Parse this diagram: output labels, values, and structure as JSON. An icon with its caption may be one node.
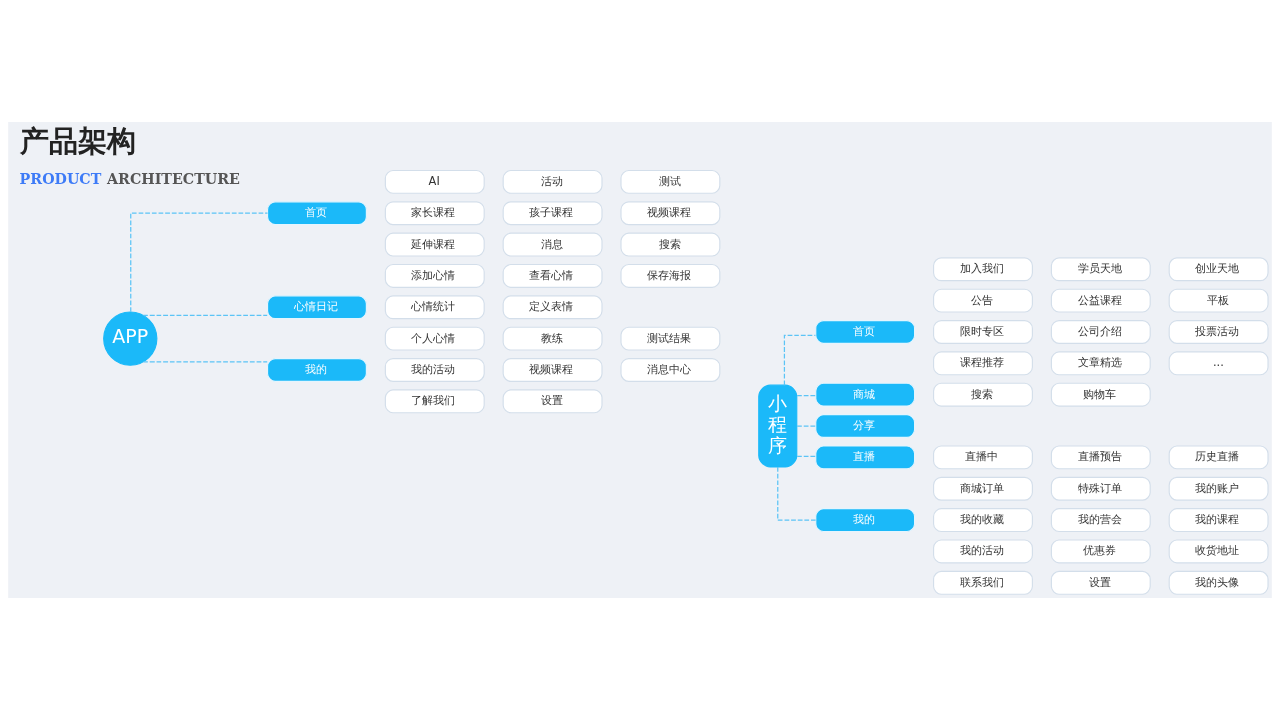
{
  "diagram": {
    "title": "产品架构",
    "labels": [
      "PRODUCT ARCHITECTURE"
    ],
    "nodes": [
      {
        "text": [
          "APP"
        ]
      },
      {
        "text": [
          "首页"
        ]
      },
      {
        "text": [
          "AI"
        ]
      },
      {
        "text": [
          "活动"
        ]
      },
      {
        "text": [
          "测试"
        ]
      },
      {
        "text": [
          "家长课程"
        ]
      },
      {
        "text": [
          "孩子课程"
        ]
      },
      {
        "text": [
          "视频课程"
        ]
      },
      {
        "text": [
          "延伸课程"
        ]
      },
      {
        "text": [
          "消息"
        ]
      },
      {
        "text": [
          "搜索"
        ]
      },
      {
        "text": [
          "心情日记"
        ]
      },
      {
        "text": [
          "添加心情"
        ]
      },
      {
        "text": [
          "查看心情"
        ]
      },
      {
        "text": [
          "保存海报"
        ]
      },
      {
        "text": [
          "心情统计"
        ]
      },
      {
        "text": [
          "定义表情"
        ]
      },
      {
        "text": [
          "我的"
        ]
      },
      {
        "text": [
          "个人心情"
        ]
      },
      {
        "text": [
          "教练"
        ]
      },
      {
        "text": [
          "测试结果"
        ]
      },
      {
        "text": [
          "我的活动"
        ]
      },
      {
        "text": [
          "视频课程"
        ]
      },
      {
        "text": [
          "消息中心"
        ]
      },
      {
        "text": [
          "了解我们"
        ]
      },
      {
        "text": [
          "设置"
        ]
      },
      {
        "text": [
          "小程序"
        ]
      },
      {
        "text": [
          "首页"
        ]
      },
      {
        "text": [
          "加入我们"
        ]
      },
      {
        "text": [
          "学员天地"
        ]
      },
      {
        "text": [
          "创业天地"
        ]
      },
      {
        "text": [
          "公告"
        ]
      },
      {
        "text": [
          "公益课程"
        ]
      },
      {
        "text": [
          "平板"
        ]
      },
      {
        "text": [
          "限时专区"
        ]
      },
      {
        "text": [
          "公司介绍"
        ]
      },
      {
        "text": [
          "投票活动"
        ]
      },
      {
        "text": [
          "课程推荐"
        ]
      },
      {
        "text": [
          "文章精选"
        ]
      },
      {
        "text": [
          "..."
        ]
      },
      {
        "text": [
          "商城"
        ]
      },
      {
        "text": [
          "搜索"
        ]
      },
      {
        "text": [
          "购物车"
        ]
      },
      {
        "text": [
          "分享"
        ]
      },
      {
        "text": [
          "直播"
        ]
      },
      {
        "text": [
          "直播中"
        ]
      },
      {
        "text": [
          "直播预告"
        ]
      },
      {
        "text": [
          "历史直播"
        ]
      },
      {
        "text": [
          "我的"
        ]
      },
      {
        "text": [
          "商城订单"
        ]
      },
      {
        "text": [
          "特殊订单"
        ]
      },
      {
        "text": [
          "我的账户"
        ]
      },
      {
        "text": [
          "我的收藏"
        ]
      },
      {
        "text": [
          "我的营会"
        ]
      },
      {
        "text": [
          "我的课程"
        ]
      },
      {
        "text": [
          "我的活动"
        ]
      },
      {
        "text": [
          "优惠券"
        ]
      },
      {
        "text": [
          "收货地址"
        ]
      },
      {
        "text": [
          "联系我们"
        ]
      },
      {
        "text": [
          "设置"
        ]
      },
      {
        "text": [
          "我的头像"
        ]
      }
    ],
    "edges": [
      {
        "from": 0,
        "to": 1,
        "arrow": "none",
        "style": "dashed"
      },
      {
        "from": 0,
        "to": 11,
        "arrow": "none",
        "style": "dashed"
      },
      {
        "from": 0,
        "to": 17,
        "arrow": "none",
        "style": "dashed"
      },
      {
        "from": 26,
        "to": 27,
        "arrow": "none",
        "style": "dashed"
      },
      {
        "from": 26,
        "to": 40,
        "arrow": "none",
        "style": "dashed"
      },
      {
        "from": 26,
        "to": 43,
        "arrow": "none",
        "style": "dashed"
      },
      {
        "from": 26,
        "to": 44,
        "arrow": "none",
        "style": "dashed"
      },
      {
        "from": 26,
        "to": 48,
        "arrow": "none",
        "style": "dashed"
      }
    ]
  }
}
